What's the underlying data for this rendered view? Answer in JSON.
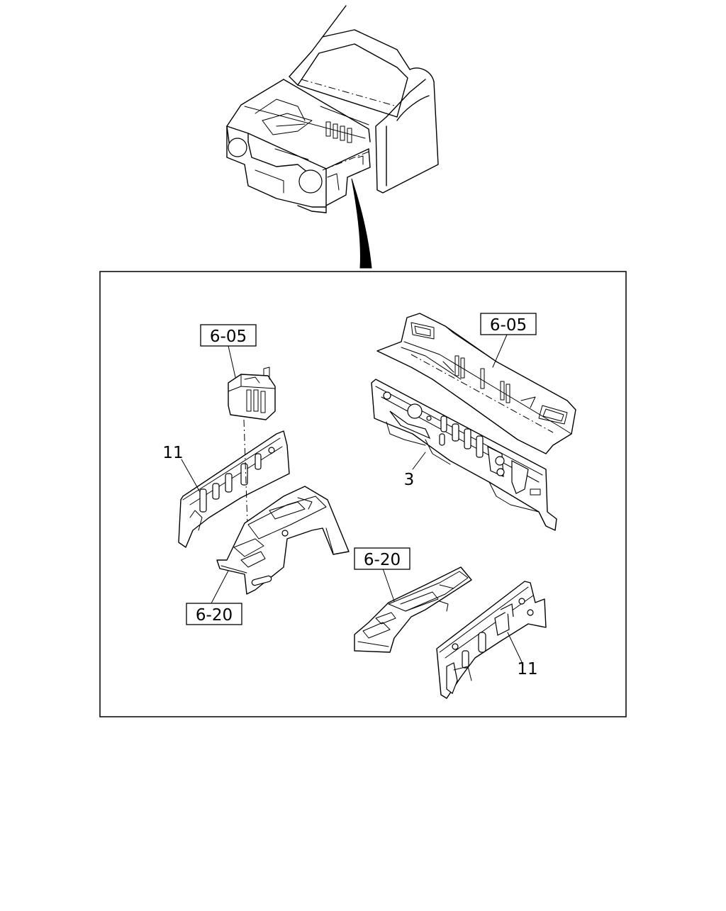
{
  "diagram": {
    "callouts": {
      "ref_605_left": "6-05",
      "ref_605_right": "6-05",
      "ref_620_left": "6-20",
      "ref_620_right": "6-20",
      "part_11_left": "11",
      "part_11_right": "11",
      "part_3": "3"
    }
  }
}
